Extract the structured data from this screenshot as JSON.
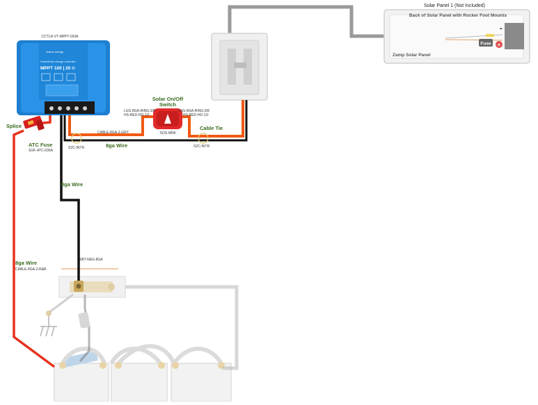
{
  "colors": {
    "red_wire": "#e8321e",
    "orange_wire": "#f05a14",
    "black_wire": "#111111",
    "gray_wire": "#9a9a9a",
    "controller_blue": "#1e8fe0",
    "switch_red": "#e12a2a",
    "label_green": "#3a6b1e"
  },
  "controller": {
    "part_number": "CCTLR-VT-MPPT-020A",
    "brand": "victron energy",
    "subtitle": "SmartSolar charge controller",
    "model": "MPPT 100 | 20 ©"
  },
  "solar_panel": {
    "title": "Solar Panel 1 (Not Included)",
    "back_label": "Back of Solar Panel with Rocker Foot Mounts",
    "brand_label": "Zamp Solar Panel",
    "fuse_label": "Fuse",
    "minus_symbol": "-",
    "plus_symbol": "+"
  },
  "switch": {
    "title_line1": "Solar On/Off",
    "title_line2": "Switch",
    "part_number": "SOS-MINI",
    "left_lug_line1": "LUG-8GA-RING-3/8",
    "left_lug_line2": "HS-RED-HD-1/2",
    "right_lug_line1": "LUG-8GA-RING-3/8",
    "right_lug_line2": "HS-RED-HD-1/2"
  },
  "labels": {
    "splice": "Splice",
    "atc_fuse": "ATC Fuse",
    "atc_fuse_part": "SOF-ATC-030A",
    "cable_gry": "CABLE-8GA-2-GRY",
    "wire_8ga_horizontal": "8ga Wire",
    "wire_8ga_vertical": "8ga Wire",
    "wire_8ga_red": "8ga Wire",
    "cable_rb": "CABLE-8GA-2-R&B",
    "cable_tie": "Cable Tie",
    "tie_left": "S2C-INTR",
    "tie_right": "S2C-INTR",
    "bus_bar": "SBT-NEG-8GA"
  }
}
